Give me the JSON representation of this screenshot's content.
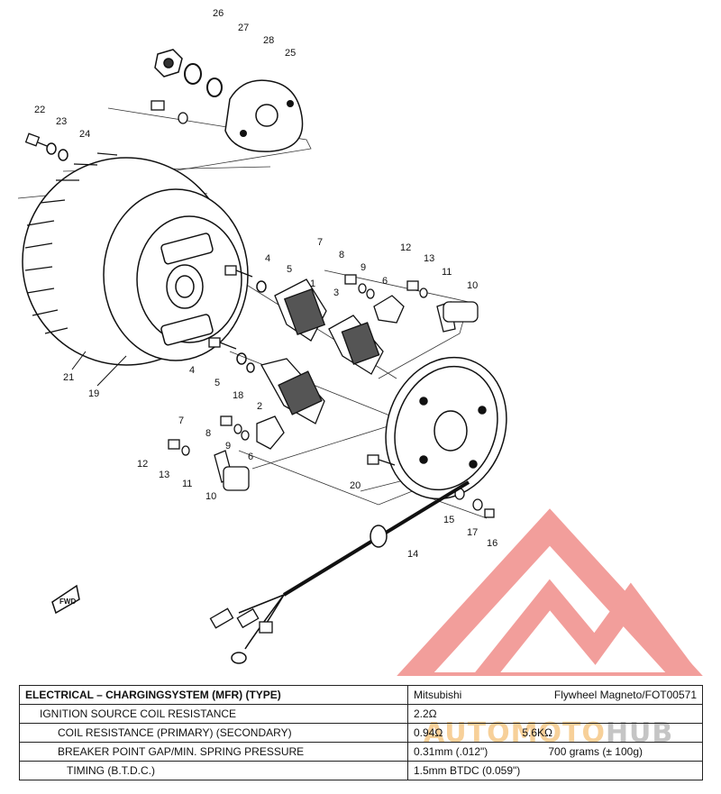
{
  "callouts": [
    "26",
    "27",
    "28",
    "25",
    "22",
    "23",
    "24",
    "7",
    "8",
    "9",
    "6",
    "12",
    "13",
    "11",
    "10",
    "4",
    "5",
    "1",
    "3",
    "21",
    "19",
    "4",
    "5",
    "18",
    "2",
    "7",
    "8",
    "9",
    "6",
    "12",
    "13",
    "11",
    "10",
    "20",
    "15",
    "17",
    "16",
    "14"
  ],
  "front_label": "FWD",
  "watermark": {
    "text_a": "AUTOMOTO",
    "text_b": "HUB"
  },
  "spec_table": {
    "rows": [
      {
        "label": "ELECTRICAL – CHARGINGSYSTEM (MFR) (TYPE)",
        "value_a": "Mitsubishi",
        "value_b": "Flywheel Magneto/FOT00571"
      },
      {
        "label": "IGNITION SOURCE COIL RESISTANCE",
        "value_a": "2.2Ω",
        "value_b": ""
      },
      {
        "label": "COIL RESISTANCE (PRIMARY) (SECONDARY)",
        "value_a": "0.94Ω",
        "value_b": "5.6KΩ"
      },
      {
        "label": "BREAKER POINT GAP/MIN. SPRING PRESSURE",
        "value_a": "0.31mm (.012\")",
        "value_b": "700 grams (± 100g)"
      },
      {
        "label": "TIMING (B.T.D.C.)",
        "value_a": "1.5mm BTDC (0.059\")",
        "value_b": ""
      }
    ]
  }
}
